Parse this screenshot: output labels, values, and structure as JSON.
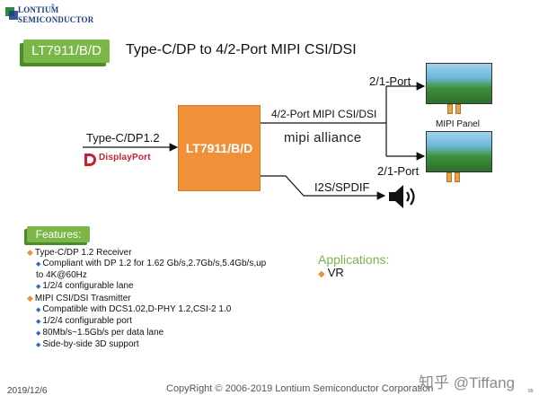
{
  "logo": {
    "line1": "LONTIUM",
    "line2": "SEMICONDUCTOR",
    "reg": "®"
  },
  "title": {
    "badge": "LT7911/B/D",
    "text": "Type-C/DP to 4/2-Port MIPI CSI/DSI"
  },
  "diagram": {
    "chip_label": "LT7911/B/D",
    "input_label": "Type-C/DP1.2",
    "displayport_logo": "DisplayPort",
    "output_label": "4/2-Port MIPI CSI/DSI",
    "mipi_logo": "mipi alliance",
    "port_top": "2/1-Port",
    "port_bottom": "2/1-Port",
    "panel_label": "MIPI  Panel",
    "audio_label": "I2S/SPDIF",
    "colors": {
      "chip": "#f0913a",
      "accent_green": "#7ab648",
      "dp_red": "#c8202f"
    }
  },
  "features": {
    "badge": "Features:",
    "items": [
      {
        "level": 1,
        "text": "Type-C/DP 1.2 Receiver"
      },
      {
        "level": 2,
        "text": "Compliant with DP 1.2 for 1.62 Gb/s,2.7Gb/s,5.4Gb/s,up"
      },
      {
        "level": 0,
        "text": "to 4K@60Hz"
      },
      {
        "level": 2,
        "text": "1/2/4 configurable lane"
      },
      {
        "level": 1,
        "text": "MIPI CSI/DSI Trasmitter"
      },
      {
        "level": 2,
        "text": "Compatible with DCS1.02,D-PHY 1.2,CSI-2 1.0"
      },
      {
        "level": 2,
        "text": "1/2/4 configurable port"
      },
      {
        "level": 2,
        "text": "80Mb/s~1.5Gb/s per data lane"
      },
      {
        "level": 2,
        "text": "Side-by-side 3D support"
      }
    ]
  },
  "applications": {
    "title": "Applications:",
    "item": "VR"
  },
  "footer": {
    "date": "2019/12/6",
    "copyright": "CopyRight © 2006-2019 Lontium Semiconductor Corporation",
    "watermark": "知乎 @Tiffang",
    "page": "65"
  }
}
